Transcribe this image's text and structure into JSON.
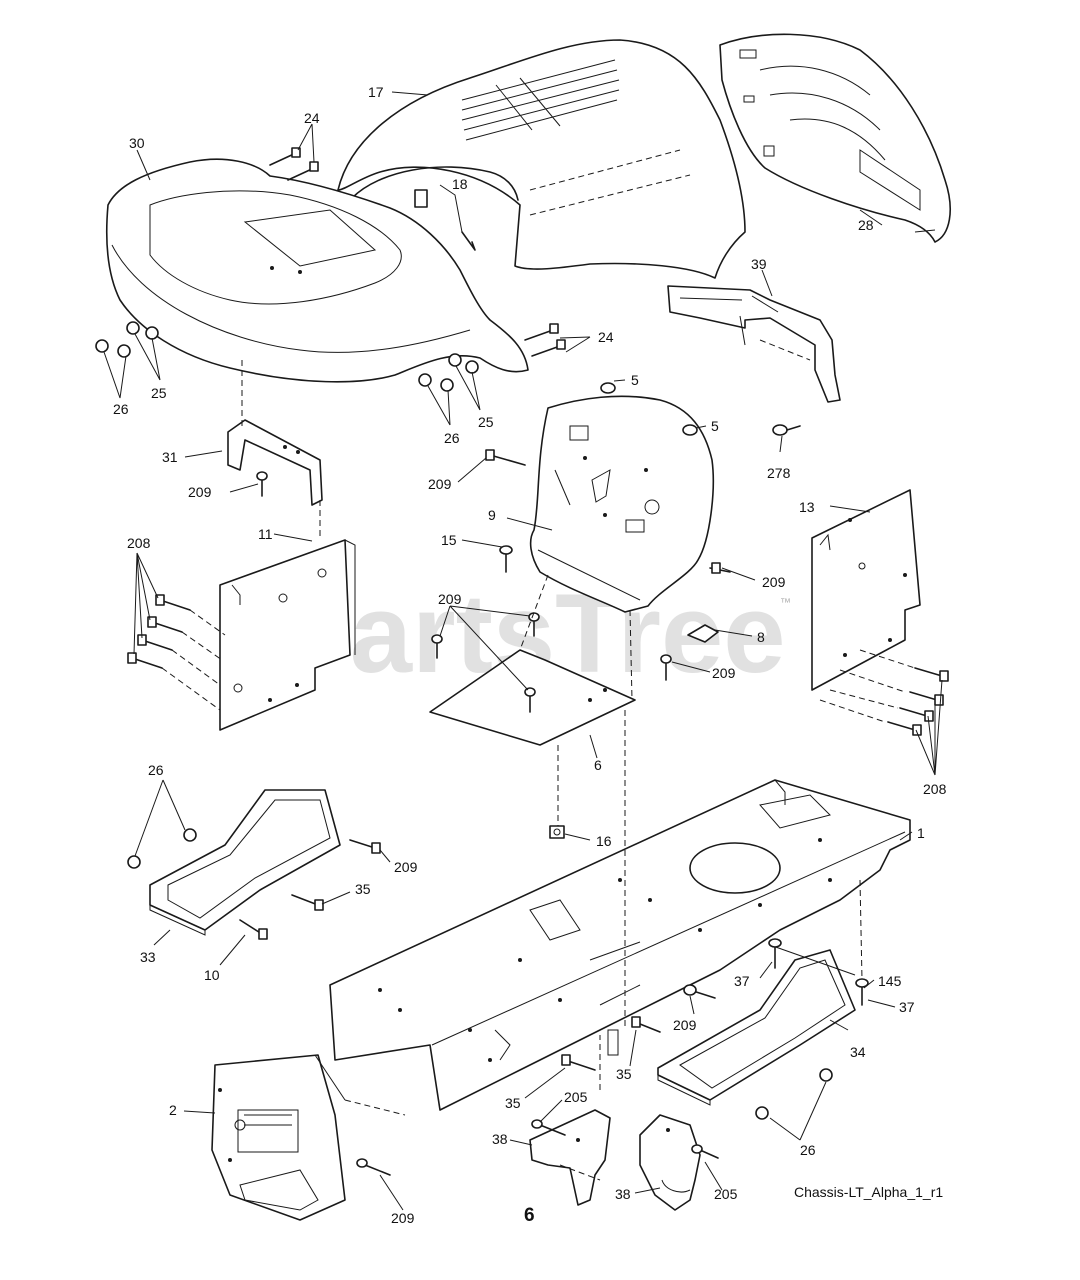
{
  "watermark": {
    "brand": "PartsTree",
    "trademark": "™"
  },
  "page_number": "6",
  "diagram_code": "Chassis-LT_Alpha_1_r1",
  "callouts": [
    {
      "id": "c-17",
      "label": "17"
    },
    {
      "id": "c-24a",
      "label": "24"
    },
    {
      "id": "c-30",
      "label": "30"
    },
    {
      "id": "c-18",
      "label": "18"
    },
    {
      "id": "c-28",
      "label": "28"
    },
    {
      "id": "c-39",
      "label": "39"
    },
    {
      "id": "c-24b",
      "label": "24"
    },
    {
      "id": "c-25a",
      "label": "25"
    },
    {
      "id": "c-26a",
      "label": "26"
    },
    {
      "id": "c-25b",
      "label": "25"
    },
    {
      "id": "c-26b",
      "label": "26"
    },
    {
      "id": "c-5a",
      "label": "5"
    },
    {
      "id": "c-5b",
      "label": "5"
    },
    {
      "id": "c-278",
      "label": "278"
    },
    {
      "id": "c-31",
      "label": "31"
    },
    {
      "id": "c-209a",
      "label": "209"
    },
    {
      "id": "c-209b",
      "label": "209"
    },
    {
      "id": "c-9",
      "label": "9"
    },
    {
      "id": "c-13",
      "label": "13"
    },
    {
      "id": "c-11",
      "label": "11"
    },
    {
      "id": "c-208a",
      "label": "208"
    },
    {
      "id": "c-15",
      "label": "15"
    },
    {
      "id": "c-209c",
      "label": "209"
    },
    {
      "id": "c-209d",
      "label": "209"
    },
    {
      "id": "c-8",
      "label": "8"
    },
    {
      "id": "c-209e",
      "label": "209"
    },
    {
      "id": "c-6",
      "label": "6"
    },
    {
      "id": "c-208b",
      "label": "208"
    },
    {
      "id": "c-26c",
      "label": "26"
    },
    {
      "id": "c-16",
      "label": "16"
    },
    {
      "id": "c-1",
      "label": "1"
    },
    {
      "id": "c-209f",
      "label": "209"
    },
    {
      "id": "c-35a",
      "label": "35"
    },
    {
      "id": "c-33",
      "label": "33"
    },
    {
      "id": "c-10",
      "label": "10"
    },
    {
      "id": "c-37a",
      "label": "37"
    },
    {
      "id": "c-145",
      "label": "145"
    },
    {
      "id": "c-37b",
      "label": "37"
    },
    {
      "id": "c-209g",
      "label": "209"
    },
    {
      "id": "c-34",
      "label": "34"
    },
    {
      "id": "c-35b",
      "label": "35"
    },
    {
      "id": "c-35c",
      "label": "35"
    },
    {
      "id": "c-2",
      "label": "2"
    },
    {
      "id": "c-205a",
      "label": "205"
    },
    {
      "id": "c-38a",
      "label": "38"
    },
    {
      "id": "c-26d",
      "label": "26"
    },
    {
      "id": "c-38b",
      "label": "38"
    },
    {
      "id": "c-205b",
      "label": "205"
    },
    {
      "id": "c-209h",
      "label": "209"
    }
  ]
}
